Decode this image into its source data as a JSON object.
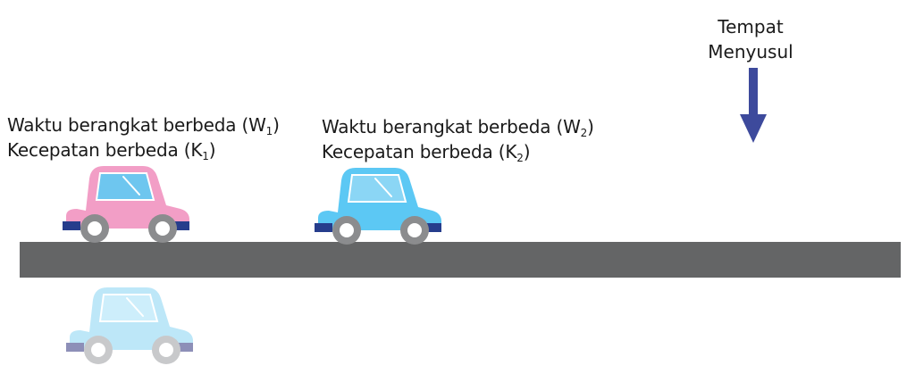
{
  "colors": {
    "road": "#646566",
    "arrow": "#3d4a9c",
    "car_pink_body": "#f29ec6",
    "car_pink_window": "#6ec6ef",
    "car_pink_bumper": "#263d8c",
    "car_blue_body": "#5cc8f4",
    "car_blue_window": "#8bd6f5",
    "car_blue_bumper": "#263d8c",
    "car_ghost_body": "#bde7f8",
    "car_ghost_window": "#cdeefb",
    "car_ghost_bumper": "#8d8fb8",
    "wheel_outer": "#8b8c8e",
    "wheel_inner": "#ffffff",
    "ghost_wheel_outer": "#c8c9cb"
  },
  "car1_label": {
    "line1_text": "Waktu berangkat berbeda (W",
    "line1_sub": "1",
    "line1_end": ")",
    "line2_text": "Kecepatan berbeda (K",
    "line2_sub": "1",
    "line2_end": ")"
  },
  "car2_label": {
    "line1_text": "Waktu berangkat berbeda (W",
    "line1_sub": "2",
    "line1_end": ")",
    "line2_text": "Kecepatan berbeda (K",
    "line2_sub": "2",
    "line2_end": ")"
  },
  "target": {
    "line1": "Tempat",
    "line2": "Menyusul"
  }
}
